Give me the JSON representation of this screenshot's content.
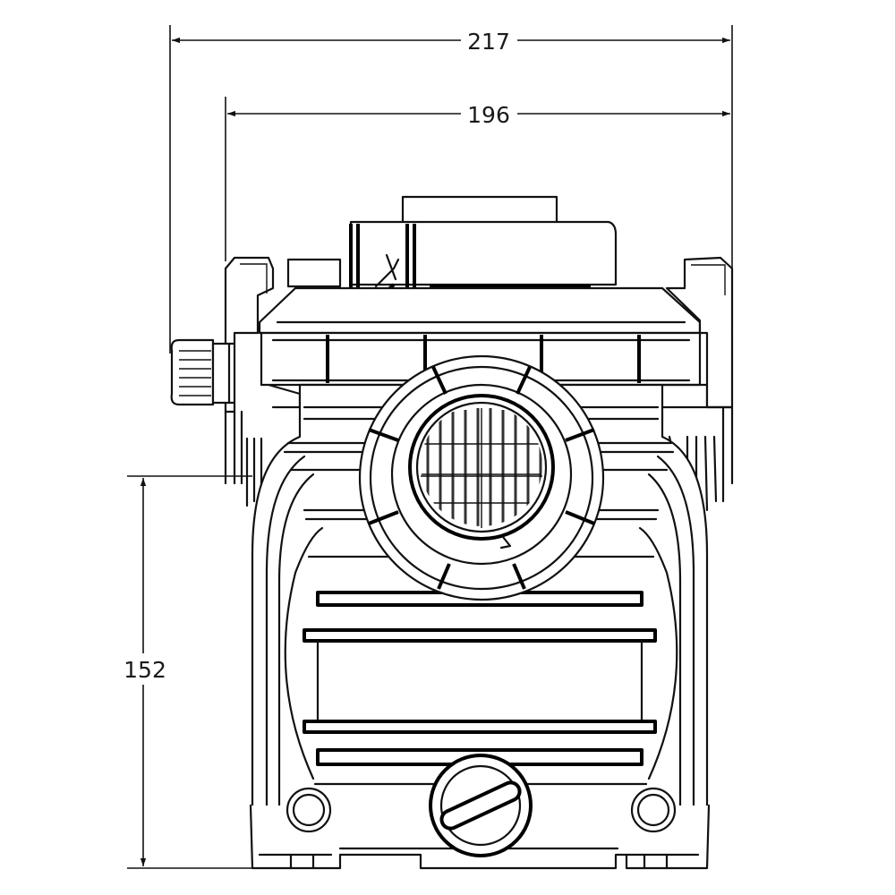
{
  "dimensions": {
    "overall_width": "217",
    "body_width": "196",
    "height": "152"
  }
}
